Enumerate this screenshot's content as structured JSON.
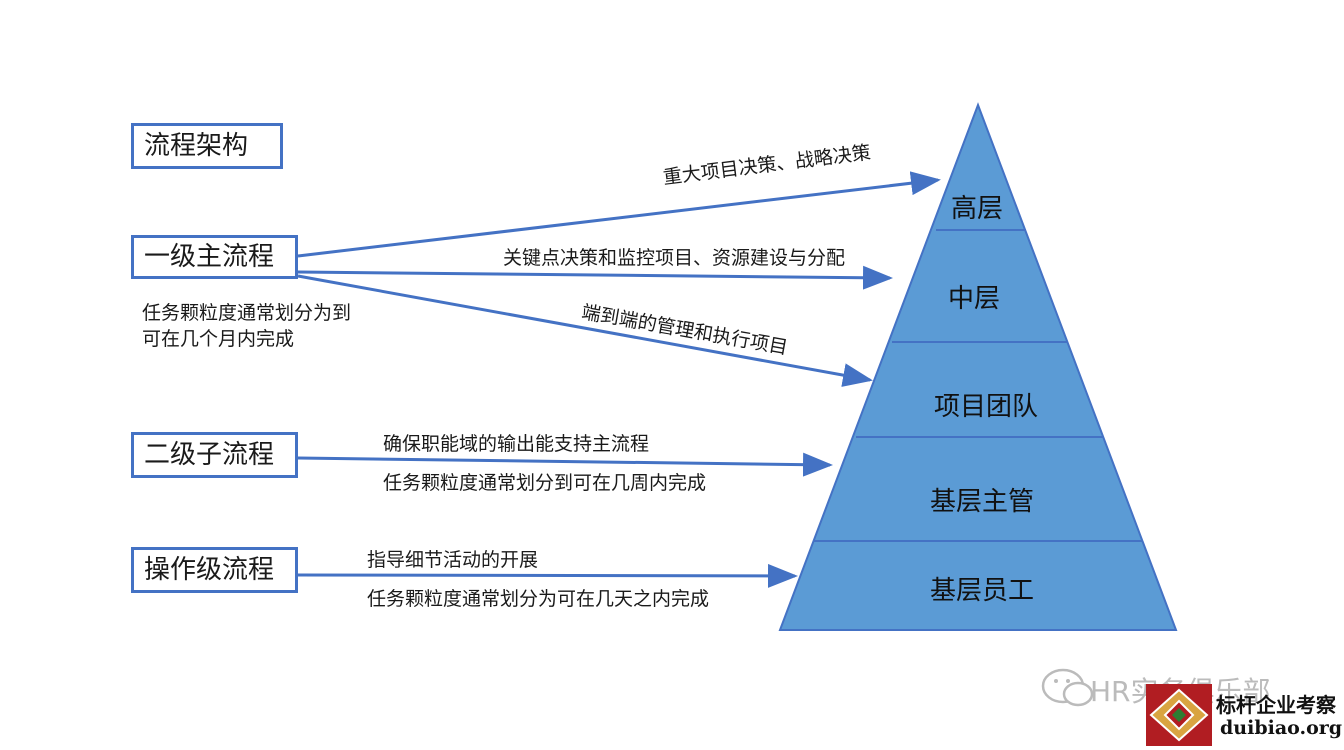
{
  "boxes": {
    "architecture": "流程架构",
    "level1": "一级主流程",
    "level2": "二级子流程",
    "operation": "操作级流程"
  },
  "notes": {
    "level1_line1": "任务颗粒度通常划分为到",
    "level1_line2": "可在几个月内完成"
  },
  "arrows": {
    "top": "重大项目决策、战略决策",
    "middle": "关键点决策和监控项目、资源建设与分配",
    "team": "端到端的管理和执行项目",
    "level2_line1": "确保职能域的输出能支持主流程",
    "level2_line2": "任务颗粒度通常划分到可在几周内完成",
    "op_line1": "指导细节活动的开展",
    "op_line2": "任务颗粒度通常划分为可在几天之内完成"
  },
  "pyramid": {
    "tiers": [
      "高层",
      "中层",
      "项目团队",
      "基层主管",
      "基层员工"
    ],
    "fill_color": "#5b9bd5",
    "line_color": "#4472c4"
  },
  "watermark": {
    "wechat_text": "HR实务俱乐部",
    "brand_cn": "标杆企业考察",
    "brand_url": "duibiao.org",
    "wechat_icon": "wechat-icon",
    "logo_icon": "diamond-logo-icon"
  }
}
